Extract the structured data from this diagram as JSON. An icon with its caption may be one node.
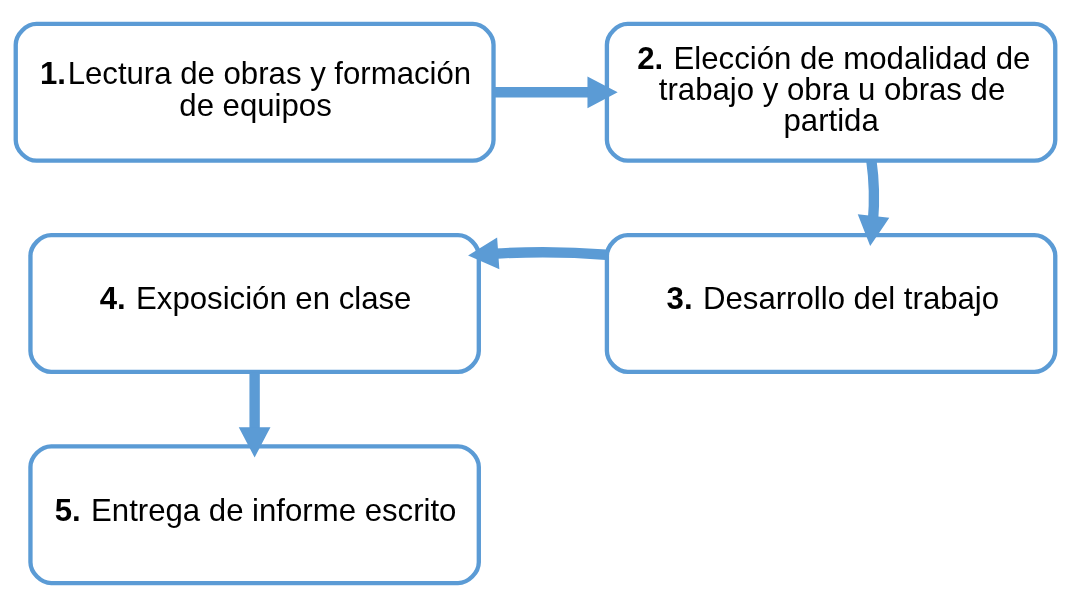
{
  "diagram": {
    "nodes": [
      {
        "text": [
          "**1.**Lectura de obras y formación de equipos"
        ]
      },
      {
        "text": [
          "**2.** Elección de modalidad de trabajo y obra u obras de partida"
        ]
      },
      {
        "text": [
          "**3.** Desarrollo del trabajo"
        ]
      },
      {
        "text": [
          "**4.** Exposición en clase"
        ]
      },
      {
        "text": [
          "**5.** Entrega de informe escrito"
        ]
      }
    ],
    "edges": [
      {
        "from": 0,
        "to": 1,
        "arrow": "to"
      },
      {
        "from": 1,
        "to": 2,
        "arrow": "to"
      },
      {
        "from": 2,
        "to": 3,
        "arrow": "to"
      },
      {
        "from": 3,
        "to": 4,
        "arrow": "to"
      }
    ]
  }
}
